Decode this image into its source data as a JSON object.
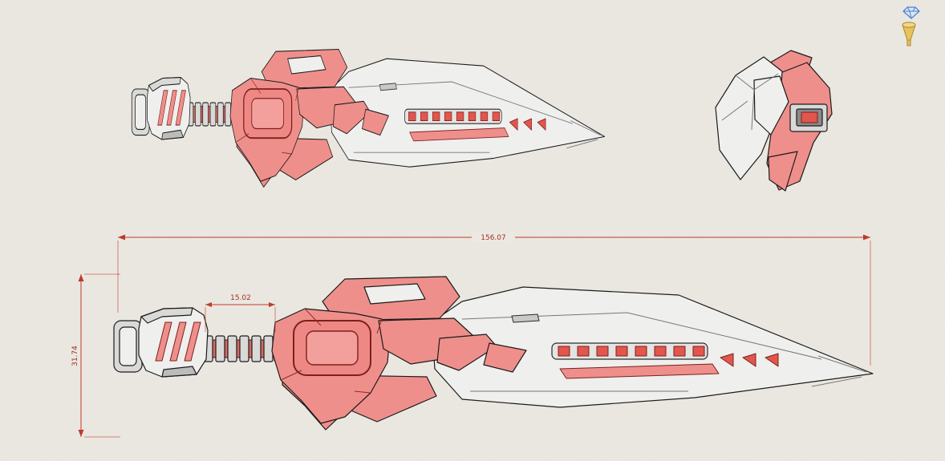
{
  "viewport": {
    "background_color": "#ece9e2"
  },
  "toolbar": {
    "icons": [
      {
        "name": "gem-icon",
        "color": "#4a7fc9"
      },
      {
        "name": "funnel-icon",
        "color": "#e7c35c"
      }
    ]
  },
  "dimensions": {
    "overall_length": "156.07",
    "grip_length": "15.02",
    "overall_height": "31.74",
    "annotation_color": "#bf3a2b"
  },
  "model": {
    "accent_fill": "#ef8f8b",
    "accent_outline": "#7c201c",
    "body_fill": "#efefed",
    "outline_color": "#1b1b1b"
  }
}
